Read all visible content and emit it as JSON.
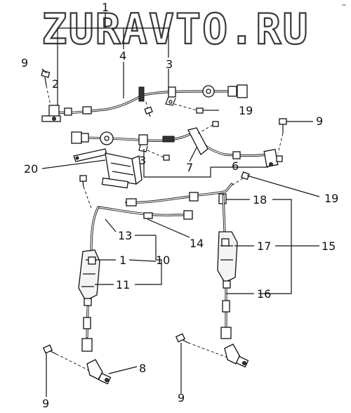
{
  "watermark": "ZURAVTO.RU",
  "corner_mark": "~",
  "callouts": {
    "n1_top": "1",
    "n2": "2",
    "n3_top": "3",
    "n4": "4",
    "n9_left_top": "9",
    "n19_mid": "19",
    "n9_right": "9",
    "n20": "20",
    "n3_mid": "3",
    "n7": "7",
    "n6": "6",
    "n19_right": "19",
    "n18": "18",
    "n13": "13",
    "n14": "14",
    "n1_mid": "1",
    "n10": "10",
    "n11": "11",
    "n17": "17",
    "n15": "15",
    "n16": "16",
    "n8": "8",
    "n9_bottom_left": "9",
    "n9_bottom_mid": "9"
  }
}
